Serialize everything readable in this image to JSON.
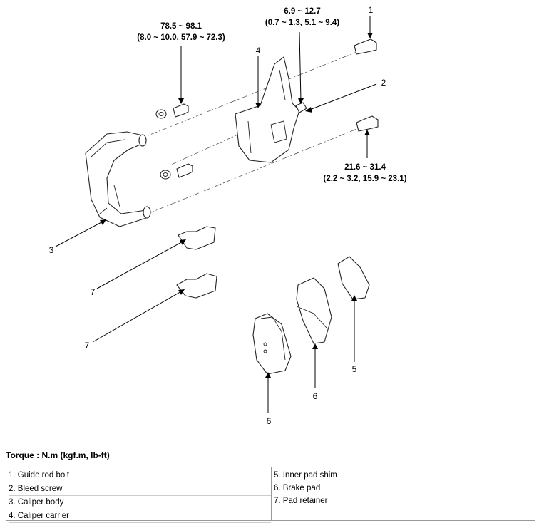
{
  "torque_specs": {
    "spec_78": {
      "line1": "78.5 ~ 98.1",
      "line2": "(8.0 ~ 10.0, 57.9 ~ 72.3)"
    },
    "spec_6": {
      "line1": "6.9 ~ 12.7",
      "line2": "(0.7 ~ 1.3, 5.1 ~ 9.4)"
    },
    "spec_21": {
      "line1": "21.6 ~ 31.4",
      "line2": "(2.2 ~ 3.2, 15.9 ~ 23.1)"
    }
  },
  "callouts": {
    "c1": "1",
    "c2": "2",
    "c3": "3",
    "c4": "4",
    "c5": "5",
    "c6a": "6",
    "c6b": "6",
    "c7a": "7",
    "c7b": "7"
  },
  "torque_heading": "Torque : N.m (kgf.m, lb-ft)",
  "legend": {
    "left": [
      "1. Guide rod bolt",
      "2. Bleed screw",
      "3. Caliper body",
      "4. Caliper carrier"
    ],
    "right": [
      "5. Inner pad shim",
      "6. Brake pad",
      "7. Pad retainer"
    ]
  }
}
